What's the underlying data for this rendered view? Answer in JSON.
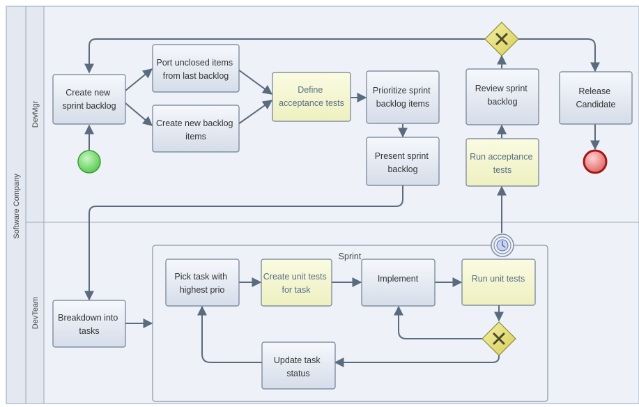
{
  "pool": {
    "label": "Software Company"
  },
  "lanes": {
    "devmgr": "DevMgr",
    "devteam": "DevTeam"
  },
  "subprocess": {
    "label": "Sprint"
  },
  "tasks": {
    "create_sprint_backlog": [
      "Create new",
      "sprint backlog"
    ],
    "port_unclosed": [
      "Port unclosed items",
      "from last backlog"
    ],
    "create_backlog_items": [
      "Create new backlog",
      "items"
    ],
    "define_acceptance": [
      "Define",
      "acceptance tests"
    ],
    "prioritize": [
      "Prioritize sprint",
      "backlog items"
    ],
    "present": [
      "Present sprint",
      "backlog"
    ],
    "review": [
      "Review sprint",
      "backlog"
    ],
    "run_acceptance": [
      "Run acceptance",
      "tests"
    ],
    "release": [
      "Release",
      "Candidate"
    ],
    "breakdown": [
      "Breakdown into",
      "tasks"
    ],
    "pick_task": [
      "Pick task with",
      "highest prio"
    ],
    "create_unit_tests": [
      "Create unit tests",
      "for task"
    ],
    "implement": [
      "Implement"
    ],
    "run_unit_tests": [
      "Run unit tests"
    ],
    "update_status": [
      "Update task",
      "status"
    ]
  },
  "colors": {
    "task_fill": "#eef2f8",
    "task_fill_bottom": "#d9e1ec",
    "task_stroke": "#6d7f93",
    "test_fill": "#f7f9d2",
    "gateway_fill": "#e6e08a",
    "start_fill": "#7fe07a",
    "end_fill": "#e87a7a",
    "flow": "#596b7c",
    "lane_bg": "#eef1f7",
    "lane_header_bg": "#e3e8f1"
  }
}
